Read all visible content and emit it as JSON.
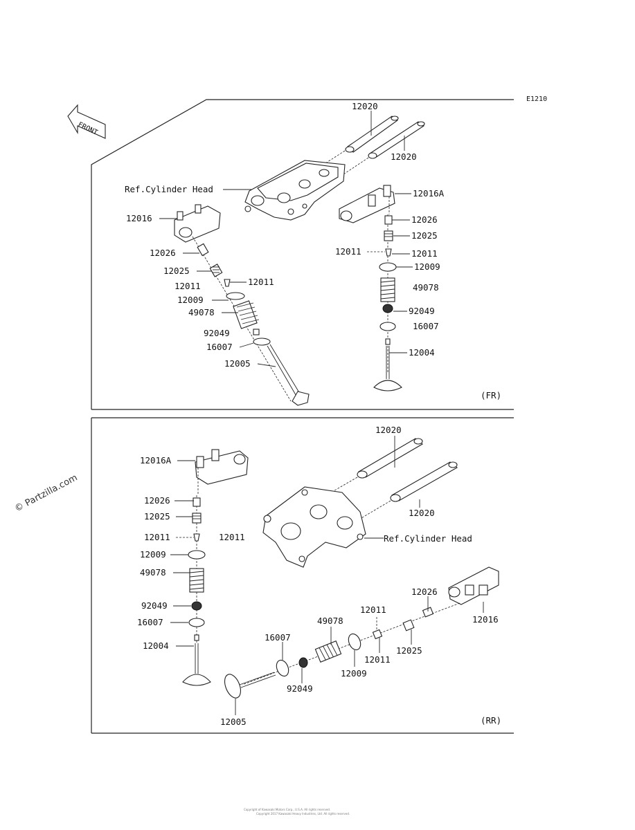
{
  "diagram_code": "E1210",
  "front_label": "FRONT",
  "watermark": "© Partzilla.com",
  "footer_line1": "Copyright of Kawasaki Motors Corp., U.S.A. All rights reserved.",
  "footer_line2": "Copyright 2017 Kawasaki Heavy Industries, Ltd. All rights reserved.",
  "sections": {
    "fr": {
      "tag": "(FR)"
    },
    "rr": {
      "tag": "(RR)"
    }
  },
  "labels": {
    "fr_12020_a": "12020",
    "fr_12020_b": "12020",
    "fr_ref_head": "Ref.Cylinder Head",
    "fr_12016": "12016",
    "fr_12016A": "12016A",
    "fr_l_12026": "12026",
    "fr_l_12025": "12025",
    "fr_l_12011_a": "12011",
    "fr_l_12011_b": "12011",
    "fr_l_12009": "12009",
    "fr_l_49078": "49078",
    "fr_l_92049": "92049",
    "fr_l_16007": "16007",
    "fr_12005": "12005",
    "fr_r_12026": "12026",
    "fr_r_12025": "12025",
    "fr_r_12011_a": "12011",
    "fr_r_12011_b": "12011",
    "fr_r_12009": "12009",
    "fr_r_49078": "49078",
    "fr_r_92049": "92049",
    "fr_r_16007": "16007",
    "fr_12004": "12004",
    "rr_12020_a": "12020",
    "rr_12020_b": "12020",
    "rr_ref_head": "Ref.Cylinder Head",
    "rr_12016A": "12016A",
    "rr_l_12026": "12026",
    "rr_l_12025": "12025",
    "rr_l_12011_a": "12011",
    "rr_l_12011_b": "12011",
    "rr_l_12009": "12009",
    "rr_l_49078": "49078",
    "rr_l_92049": "92049",
    "rr_l_16007": "16007",
    "rr_12004": "12004",
    "rr_12026": "12026",
    "rr_12016": "12016",
    "rr_12011_a": "12011",
    "rr_12011_b": "12011",
    "rr_12025": "12025",
    "rr_16007": "16007",
    "rr_49078": "49078",
    "rr_12009": "12009",
    "rr_92049": "92049",
    "rr_12005": "12005"
  }
}
